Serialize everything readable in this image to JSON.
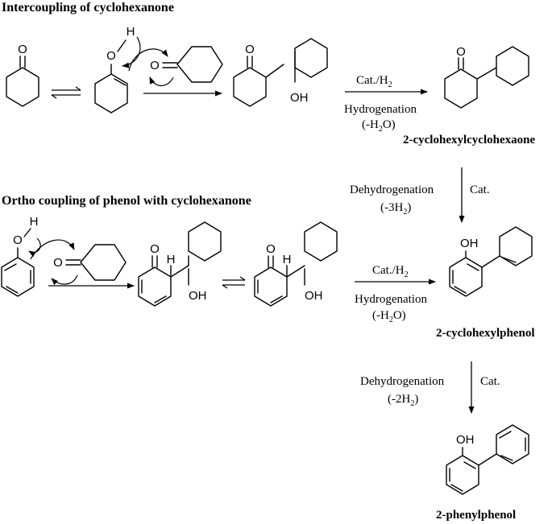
{
  "headings": {
    "intercoupling": "Intercoupling of cyclohexanone",
    "ortho_coupling": "Ortho coupling of phenol with cyclohexanone"
  },
  "atoms": {
    "O": "O",
    "H": "H",
    "OH": "OH"
  },
  "conditions": {
    "cat_h2_prefix": "Cat./H",
    "h2_sub": "2",
    "hydrogenation": "Hydrogenation",
    "minus_h2o_prefix": "(-H",
    "minus_h2o_sub": "2",
    "minus_h2o_suffix": "O)",
    "dehydrogenation": "Dehydrogenation",
    "minus_3h2_prefix": "(-3H",
    "minus_3h2_sub": "2",
    "minus_2h2_prefix": "(-2H",
    "minus_2h2_sub": "2",
    "close_paren": ")",
    "cat": "Cat."
  },
  "products": {
    "cyclohexylcyclohexanone": "2-cyclohexylcyclohexaone",
    "cyclohexylphenol": "2-cyclohexylphenol",
    "phenylphenol": "2-phenylphenol"
  }
}
